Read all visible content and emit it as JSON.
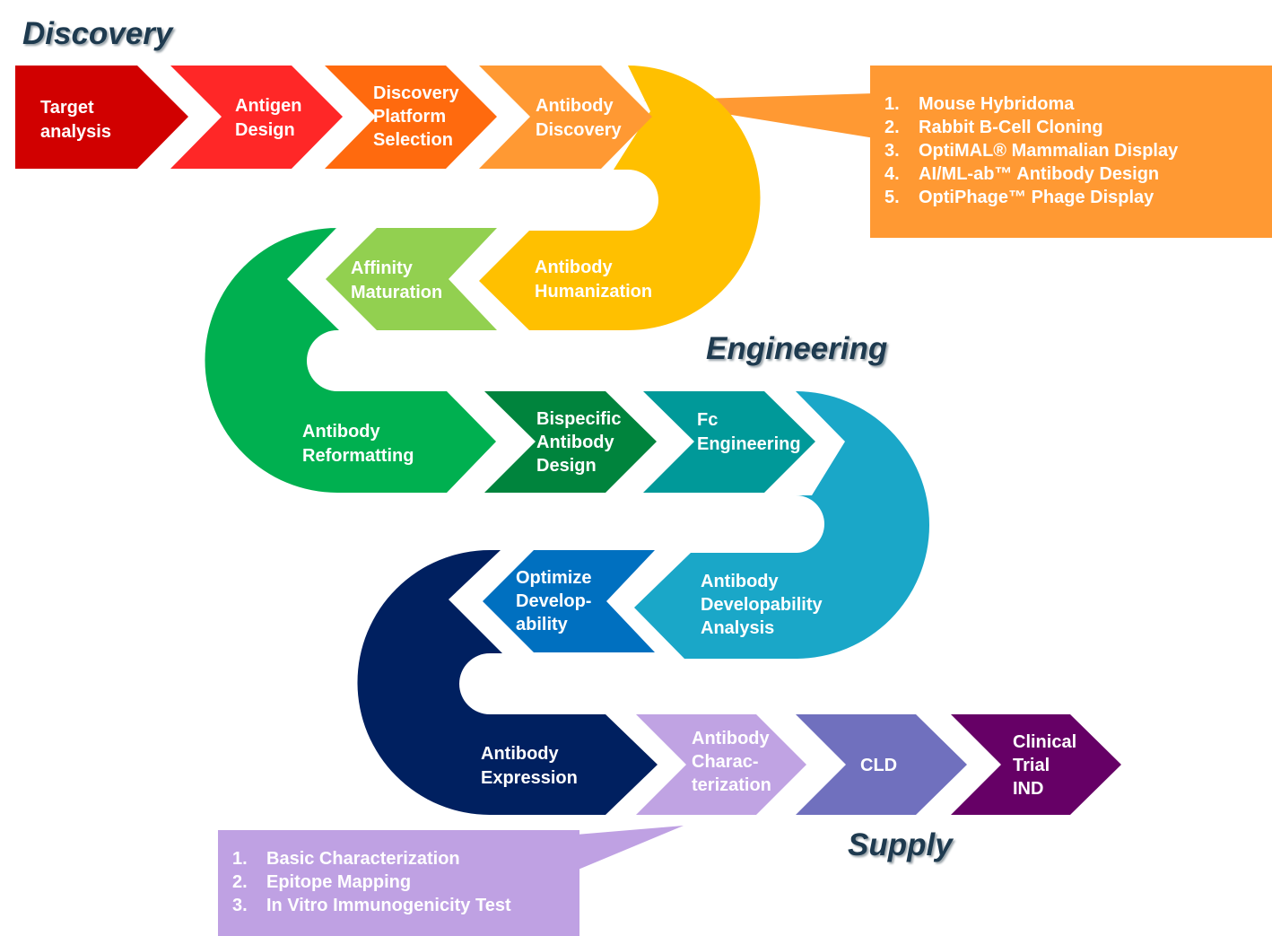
{
  "phases": {
    "discovery": "Discovery",
    "engineering": "Engineering",
    "supply": "Supply"
  },
  "colors": {
    "target": "#D10000",
    "antigen": "#FF2727",
    "platform": "#FF6A0E",
    "discovery": "#FF9933",
    "humanization": "#FFC000",
    "affinity": "#92D050",
    "reformatting": "#00B050",
    "bispecific": "#00843D",
    "fc": "#009999",
    "developability": "#1AA7C8",
    "optimize": "#0070C0",
    "expression": "#002060",
    "characterization": "#C0A3E3",
    "cld": "#7070BE",
    "clinical": "#660066",
    "discovery_callout": "#FF9933",
    "characterization_callout": "#BFA1E3",
    "phase_text": "#1E3A4F"
  },
  "steps": {
    "target": [
      "Target",
      "analysis"
    ],
    "antigen": [
      "Antigen",
      "Design"
    ],
    "platform": [
      "Discovery",
      "Platform",
      "Selection"
    ],
    "discovery": [
      "Antibody",
      "Discovery"
    ],
    "humanization": [
      "Antibody",
      "Humanization"
    ],
    "affinity": [
      "Affinity",
      "Maturation"
    ],
    "reformatting": [
      "Antibody",
      "Reformatting"
    ],
    "bispecific": [
      "Bispecific",
      "Antibody",
      "Design"
    ],
    "fc": [
      "Fc",
      "Engineering"
    ],
    "developability": [
      "Antibody",
      "Developability",
      "Analysis"
    ],
    "optimize": [
      "Optimize",
      "Develop-",
      "ability"
    ],
    "expression": [
      "Antibody",
      "Expression"
    ],
    "characterization": [
      "Antibody",
      "Charac-",
      "terization"
    ],
    "cld": [
      "CLD"
    ],
    "clinical": [
      "Clinical",
      "Trial",
      "IND"
    ]
  },
  "discovery_callout": [
    {
      "num": "1.",
      "text": "Mouse Hybridoma"
    },
    {
      "num": "2.",
      "text": "Rabbit B-Cell Cloning"
    },
    {
      "num": "3.",
      "text": "OptiMAL® Mammalian Display"
    },
    {
      "num": "4.",
      "text": "AI/ML-ab™ Antibody Design"
    },
    {
      "num": "5.",
      "text": "OptiPhage™ Phage Display"
    }
  ],
  "characterization_callout": [
    {
      "num": "1.",
      "text": "Basic Characterization"
    },
    {
      "num": "2.",
      "text": "Epitope Mapping"
    },
    {
      "num": "3.",
      "text": "In Vitro Immunogenicity Test"
    }
  ]
}
